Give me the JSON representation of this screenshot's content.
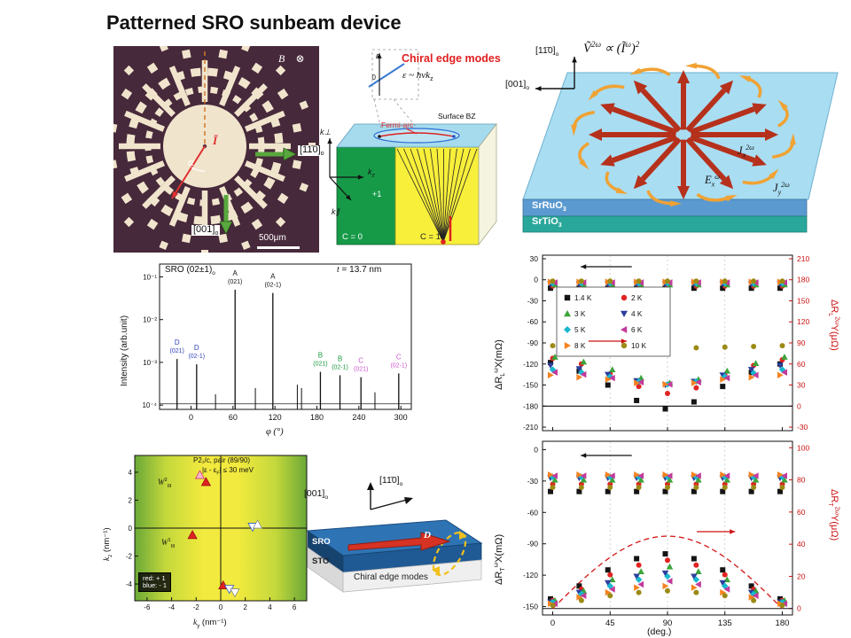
{
  "title": "Patterned SRO sunbeam device",
  "palette": {
    "axis_right_red": "#cc1111",
    "radial_arrow": "#b5311c",
    "edge_arrow_orange": "#f0a233",
    "current_dash_green": "#3f9e35",
    "cream": "#f1e4cd",
    "micro_bg": "#46293a",
    "sunbeam_green_arrow": "#58a83d",
    "dashed_fit_red": "#d42222"
  },
  "micro": {
    "b_field": "B⃗ ⊗",
    "alpha": "α",
    "current": "Ī",
    "dir_right": {
      "text": "[11̄0]",
      "sub": "o"
    },
    "dir_down": {
      "text": "[001]",
      "sub": "o"
    },
    "scalebar": "500μm"
  },
  "bz": {
    "title": "Chiral edge modes",
    "dispersion": {
      "pre": "ε ~ ħvk",
      "sub": "z"
    },
    "eps": "ε",
    "zero": "0",
    "surface_bz": "Surface BZ",
    "fermi_arc": "Fermi-arc",
    "k_perp": "k⊥",
    "k_par": "k∥",
    "k_z": {
      "base": "k",
      "sub": "z"
    },
    "c0": "C = 0",
    "c1": "C = 1",
    "plus1": "+1"
  },
  "device": {
    "formula": {
      "p1": "Ṽ",
      "s1": "2ω",
      "p2": " ∝ (",
      "p3": "Ĩ",
      "s2": "ω",
      "p4": ")",
      "s3": "2"
    },
    "dir_up": {
      "text": "[11̄0]",
      "sub": "o"
    },
    "dir_left": {
      "text": "[001]",
      "sub": "o"
    },
    "jx": {
      "base": "J",
      "sub": "x",
      "sup": "2ω"
    },
    "ex": {
      "base": "E",
      "sub": "x",
      "sup": "ω"
    },
    "jy": {
      "base": "J",
      "sub": "y",
      "sup": "2ω"
    },
    "layer1": {
      "text": "SrRuO",
      "sub": "3"
    },
    "layer2": {
      "text": "SrTiO",
      "sub": "3"
    }
  },
  "slab": {
    "dir_up": {
      "text": "[001]",
      "sub": "o"
    },
    "dir_right": {
      "text": "[11̄0]",
      "sub": "o"
    },
    "sro": "SRO",
    "sto": "STO",
    "chiral": "Chiral edge modes",
    "d_vec": "D⃗"
  },
  "xrd_labels": {
    "sample": {
      "text": "SRO (02±1)",
      "sub": "o"
    },
    "thickness": {
      "t": "t",
      "rest": " = 13.7 nm"
    },
    "ylabel": "Intensity (arb.unit)",
    "xlabel": "φ (°)"
  },
  "rl_labels": {
    "left": {
      "p1": "ΔR",
      "sub": "L",
      "sup": "ω",
      "p2": "X(mΩ)"
    },
    "right": {
      "p1": "ΔR",
      "sub": "L",
      "sup": "2ω",
      "p2": "Y(μΩ)"
    }
  },
  "rt_labels": {
    "left": {
      "p1": "ΔR",
      "sub": "T",
      "sup": "ω",
      "p2": "X(mΩ)"
    },
    "right": {
      "p1": "ΔR",
      "sub": "T",
      "sup": "2ω",
      "p2": "Y(μΩ)"
    },
    "xlabel": "(deg.)"
  },
  "kmap_labels": {
    "phase": "P2₁/c, pair (89/90)",
    "energy": {
      "p1": "|ε - ε",
      "sub": "F",
      "p2": "| ≤ 30 meV"
    },
    "w2": {
      "base": "W",
      "sup": "2",
      "sub": "III"
    },
    "w1": {
      "base": "W",
      "sup": "1",
      "sub": "III"
    },
    "legend1": "red: + 1",
    "legend2": "blue: - 1",
    "ylabel": {
      "base": "k",
      "sub": "z",
      "rest": " (nm⁻¹)"
    },
    "xlabel": {
      "base": "k",
      "sub": "y",
      "rest": " (nm⁻¹)"
    }
  },
  "chart_data": [
    {
      "id": "xrd",
      "type": "bar",
      "title": "SRO (02±1)o phi scan",
      "xlabel": "φ (°)",
      "ylabel": "Intensity (arb.unit)",
      "xlim": [
        -45,
        315
      ],
      "xticks": [
        0,
        60,
        120,
        180,
        240,
        300
      ],
      "ylim_log": [
        -4.1,
        -0.7
      ],
      "ylog_ticks": [
        "10⁻¹",
        "10⁻²",
        "10⁻³",
        "10⁻⁴"
      ],
      "peaks": [
        {
          "phi": -20,
          "intensity": 0.0012,
          "label": "D",
          "hkl": "(021)",
          "color": "#3344bb"
        },
        {
          "phi": 8,
          "intensity": 0.0009,
          "label": "D",
          "hkl": "(02-1)",
          "color": "#3344bb"
        },
        {
          "phi": 63,
          "intensity": 0.05,
          "label": "A",
          "hkl": "(021)",
          "color": "#111111"
        },
        {
          "phi": 117,
          "intensity": 0.042,
          "label": "A",
          "hkl": "(02-1)",
          "color": "#111111"
        },
        {
          "phi": 185,
          "intensity": 0.0006,
          "label": "B",
          "hkl": "(021)",
          "color": "#1a9a3c"
        },
        {
          "phi": 213,
          "intensity": 0.0005,
          "label": "B",
          "hkl": "(02-1)",
          "color": "#1a9a3c"
        },
        {
          "phi": 243,
          "intensity": 0.00045,
          "label": "C",
          "hkl": "(021)",
          "color": "#cc55cc"
        },
        {
          "phi": 297,
          "intensity": 0.00055,
          "label": "C",
          "hkl": "(02-1)",
          "color": "#cc55cc"
        }
      ],
      "minor_peaks": [
        {
          "phi": 35,
          "intensity": 0.00018
        },
        {
          "phi": 92,
          "intensity": 0.00025
        },
        {
          "phi": 152,
          "intensity": 0.0003
        },
        {
          "phi": 158,
          "intensity": 0.00025
        },
        {
          "phi": 263,
          "intensity": 0.0002
        }
      ]
    },
    {
      "id": "rl",
      "type": "scatter",
      "x": [
        0,
        22.5,
        45,
        67.5,
        90,
        112.5,
        135,
        157.5,
        180
      ],
      "xlim": [
        -8,
        188
      ],
      "xticks": [
        0,
        45,
        90,
        135,
        180
      ],
      "gridlines_x": [
        45,
        90,
        135
      ],
      "left_ylim": [
        35,
        -215
      ],
      "left_yticks": [
        30,
        0,
        -30,
        -60,
        -90,
        -120,
        -150,
        -180,
        -210
      ],
      "right_ylim": [
        215,
        -35
      ],
      "right_yticks": [
        210,
        180,
        150,
        120,
        90,
        60,
        30,
        0,
        -30
      ],
      "ref_line_right": 0,
      "series": [
        {
          "name": "1.4 K",
          "color": "#141414",
          "marker": "square",
          "x1w": -12,
          "y2w": [
            62,
            50,
            30,
            8,
            -4,
            6,
            28,
            48,
            60
          ]
        },
        {
          "name": "2 K",
          "color": "#e02421",
          "marker": "circle",
          "x1w": -9,
          "y2w": [
            68,
            60,
            46,
            28,
            18,
            26,
            44,
            58,
            66
          ]
        },
        {
          "name": "3 K",
          "color": "#3da43a",
          "marker": "triangle-up",
          "x1w": -7,
          "y2w": [
            70,
            63,
            52,
            40,
            33,
            38,
            50,
            61,
            70
          ]
        },
        {
          "name": "4 K",
          "color": "#2b3f9e",
          "marker": "triangle-down",
          "x1w": -6,
          "y2w": [
            58,
            53,
            45,
            36,
            30,
            35,
            44,
            52,
            58
          ]
        },
        {
          "name": "5 K",
          "color": "#19b7cf",
          "marker": "diamond",
          "x1w": -5,
          "y2w": [
            52,
            48,
            42,
            35,
            31,
            35,
            42,
            47,
            52
          ]
        },
        {
          "name": "6 K",
          "color": "#c23a9b",
          "marker": "triangle-left",
          "x1w": -4,
          "y2w": [
            48,
            45,
            40,
            34,
            31,
            34,
            40,
            44,
            48
          ]
        },
        {
          "name": "8 K",
          "color": "#f58220",
          "marker": "triangle-right",
          "x1w": -3,
          "y2w": [
            44,
            41,
            38,
            33,
            31,
            33,
            38,
            41,
            44
          ]
        },
        {
          "name": "10 K",
          "color": "#9c8a15",
          "marker": "circle",
          "x1w": -2,
          "y2w": [
            86,
            85,
            84,
            83,
            82,
            83,
            84,
            85,
            86
          ]
        }
      ]
    },
    {
      "id": "rt",
      "type": "scatter",
      "x": [
        0,
        22.5,
        45,
        67.5,
        90,
        112.5,
        135,
        157.5,
        180
      ],
      "xlim": [
        -8,
        188
      ],
      "xticks": [
        0,
        45,
        90,
        135,
        180
      ],
      "gridlines_x": [
        45,
        90,
        135
      ],
      "left_ylim": [
        8,
        -158
      ],
      "left_yticks": [
        0,
        -30,
        -60,
        -90,
        -120,
        -150
      ],
      "right_ylim": [
        104,
        -4
      ],
      "right_yticks": [
        100,
        80,
        60,
        40,
        20,
        0
      ],
      "ref_line_right": 0,
      "sine_amp": 45,
      "series": [
        {
          "name": "1.4 K",
          "color": "#141414",
          "marker": "square",
          "x1w": -40,
          "y2w": [
            6,
            14,
            24,
            31,
            34,
            31,
            24,
            14,
            6
          ]
        },
        {
          "name": "2 K",
          "color": "#e02421",
          "marker": "circle",
          "x1w": -33,
          "y2w": [
            5,
            12,
            21,
            27,
            30,
            27,
            21,
            12,
            5
          ]
        },
        {
          "name": "3 K",
          "color": "#3da43a",
          "marker": "triangle-up",
          "x1w": -29,
          "y2w": [
            5,
            11,
            18,
            23,
            26,
            23,
            18,
            11,
            5
          ]
        },
        {
          "name": "4 K",
          "color": "#2b3f9e",
          "marker": "triangle-down",
          "x1w": -27,
          "y2w": [
            4,
            10,
            16,
            20,
            22,
            20,
            16,
            10,
            4
          ]
        },
        {
          "name": "5 K",
          "color": "#19b7cf",
          "marker": "diamond",
          "x1w": -26,
          "y2w": [
            4,
            9,
            14,
            18,
            20,
            18,
            14,
            9,
            4
          ]
        },
        {
          "name": "6 K",
          "color": "#c23a9b",
          "marker": "triangle-left",
          "x1w": -25,
          "y2w": [
            3,
            8,
            12,
            15,
            17,
            15,
            12,
            8,
            3
          ]
        },
        {
          "name": "8 K",
          "color": "#f58220",
          "marker": "triangle-right",
          "x1w": -24,
          "y2w": [
            3,
            7,
            10,
            13,
            14,
            13,
            10,
            7,
            3
          ]
        },
        {
          "name": "10 K",
          "color": "#9c8a15",
          "marker": "circle",
          "x1w": -36,
          "y2w": [
            2,
            5,
            8,
            10,
            11,
            10,
            8,
            5,
            2
          ]
        }
      ]
    },
    {
      "id": "kmap",
      "type": "scatter",
      "xlim": [
        -7,
        7
      ],
      "ylim": [
        -5.2,
        5.2
      ],
      "xticks": [
        -6,
        -4,
        -2,
        0,
        2,
        4,
        6
      ],
      "yticks": [
        -4,
        -2,
        0,
        2,
        4
      ],
      "points": [
        {
          "x": -1.7,
          "y": 3.8,
          "marker": "triangle-up",
          "fill": "#f2b6cc",
          "edge": "#d43a6a"
        },
        {
          "x": -1.2,
          "y": 3.3,
          "marker": "triangle-up",
          "fill": "#e02222",
          "edge": "#991111"
        },
        {
          "x": -2.3,
          "y": -0.5,
          "marker": "triangle-up",
          "fill": "#e02222",
          "edge": "#991111"
        },
        {
          "x": 2.6,
          "y": 0.1,
          "marker": "triangle-down",
          "fill": "#ffffff",
          "edge": "#3355cc"
        },
        {
          "x": 3.0,
          "y": 0.25,
          "marker": "triangle-up",
          "fill": "#ffffff",
          "edge": "#888888"
        },
        {
          "x": 0.2,
          "y": -4.1,
          "marker": "triangle-up",
          "fill": "#e02222",
          "edge": "#991111"
        },
        {
          "x": 0.7,
          "y": -4.35,
          "marker": "triangle-down",
          "fill": "#ffffff",
          "edge": "#3355cc"
        },
        {
          "x": 1.15,
          "y": -4.6,
          "marker": "triangle-down",
          "fill": "#ffffff",
          "edge": "#888888"
        }
      ]
    }
  ]
}
